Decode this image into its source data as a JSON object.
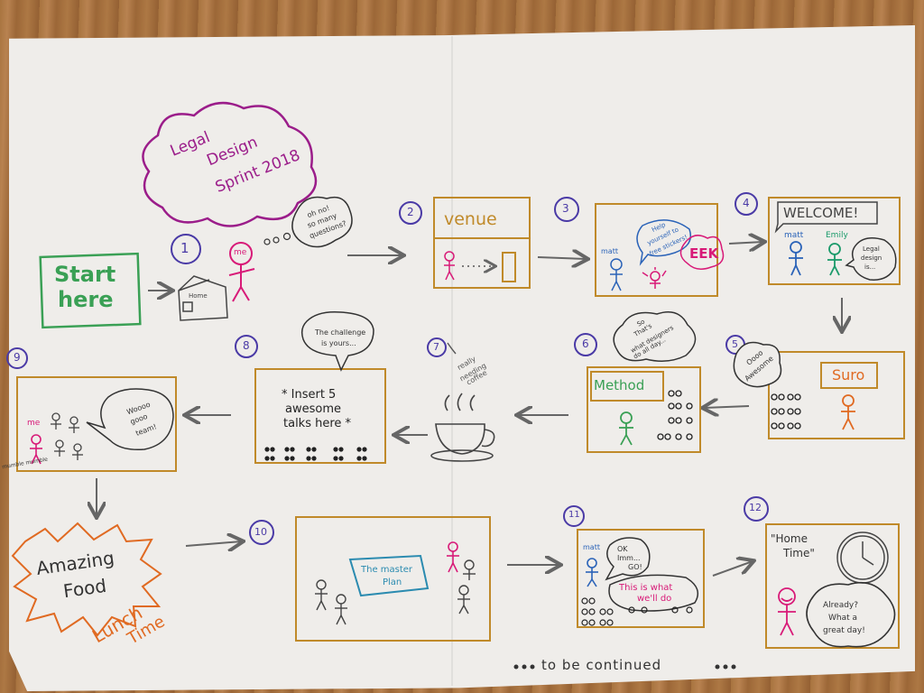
{
  "title": {
    "line1": "Legal",
    "line2": "Design",
    "line3": "Sprint 2018"
  },
  "start": {
    "line1": "Start",
    "line2": "here"
  },
  "home_label": "Home",
  "steps": {
    "s1": "1",
    "s2": "2",
    "s3": "3",
    "s4": "4",
    "s5": "5",
    "s6": "6",
    "s7": "7",
    "s8": "8",
    "s9": "9",
    "s10": "10",
    "s11": "11",
    "s12": "12"
  },
  "panel1": {
    "me": "me",
    "thought1": "oh no!",
    "thought2": "so many",
    "thought3": "questions?"
  },
  "panel2": {
    "venue": "venue"
  },
  "panel3": {
    "matt": "matt",
    "bubble1": "Help",
    "bubble2": "yourself to",
    "bubble3": "free stickers!",
    "eek": "EEK"
  },
  "panel4": {
    "welcome": "WELCOME!",
    "matt": "matt",
    "emily": "Emily",
    "bubble1": "Legal",
    "bubble2": "design",
    "bubble3": "is..."
  },
  "panel5": {
    "thought1": "Oooo",
    "thought2": "Awesome",
    "name": "Suro"
  },
  "panel6": {
    "method": "Method",
    "thought1": "So",
    "thought2": "That's",
    "thought3": "what designers",
    "thought4": "do all day..."
  },
  "panel7": {
    "note1": "really",
    "note2": "needing",
    "note3": "coffee"
  },
  "panel8": {
    "bubble1": "The challenge",
    "bubble2": "is yours...",
    "line1": "* Insert 5",
    "line2": "awesome",
    "line3": "talks here *"
  },
  "panel9": {
    "me": "me",
    "bubble1": "Woooo",
    "bubble2": "gooo",
    "bubble3": "team!",
    "mumble": "mumble mumble"
  },
  "lunch": {
    "line1": "Amazing",
    "line2": "Food",
    "line3": "Lunch",
    "line4": "Time"
  },
  "panel10": {
    "plan1": "The master",
    "plan2": "Plan"
  },
  "panel11": {
    "matt": "matt",
    "bubble1": "OK",
    "bubble2": "Imm...",
    "bubble3": "GO!",
    "line1": "This is what",
    "line2": "we'll do"
  },
  "panel12": {
    "quote1": "\"Home",
    "quote2": "Time\"",
    "bubble1": "Already?",
    "bubble2": "What a",
    "bubble3": "great day!"
  },
  "footer": "to be continued"
}
